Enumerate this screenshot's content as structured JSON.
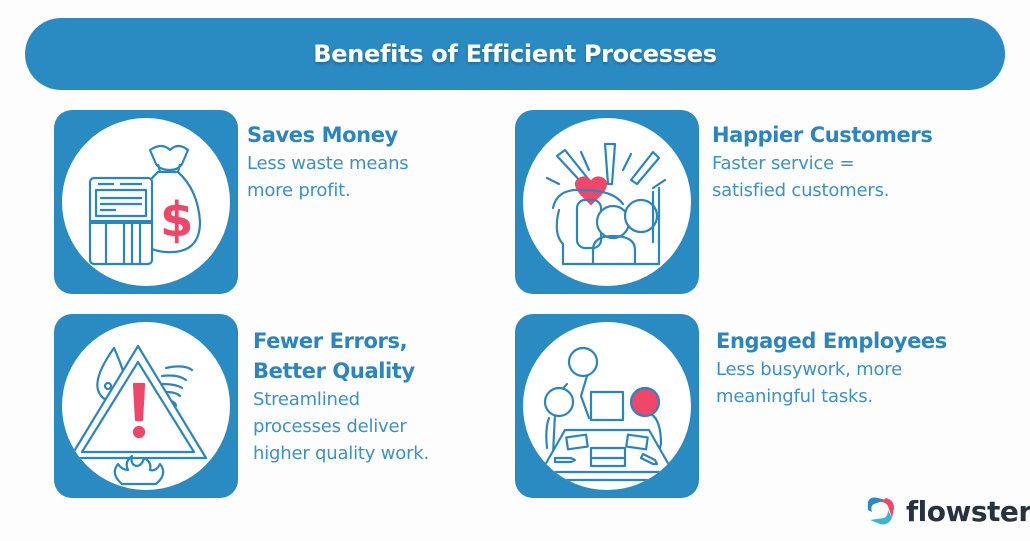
{
  "header": {
    "title": "Benefits of Efficient Processes"
  },
  "colors": {
    "primary_blue": "#2a8bc2",
    "title_blue": "#2a86c0",
    "desc_blue": "#3a92c8",
    "accent_pink": "#f0466a",
    "logo_text": "#27323f"
  },
  "benefits": [
    {
      "title": "Saves Money",
      "description": "Less waste means more profit.",
      "icon": "money-bag-register-icon"
    },
    {
      "title": "Happier Customers",
      "description": "Faster service = satisfied customers.",
      "icon": "cheering-customers-icon"
    },
    {
      "title_line1": "Fewer Errors,",
      "title_line2": "Better Quality",
      "description": "Streamlined processes deliver higher quality work.",
      "icon": "warning-hazard-icon"
    },
    {
      "title": "Engaged Employees",
      "description": "Less busywork, more meaningful tasks.",
      "icon": "team-meeting-icon"
    }
  ],
  "logo": {
    "text": "flowster",
    "icon": "flowster-logo-icon"
  }
}
